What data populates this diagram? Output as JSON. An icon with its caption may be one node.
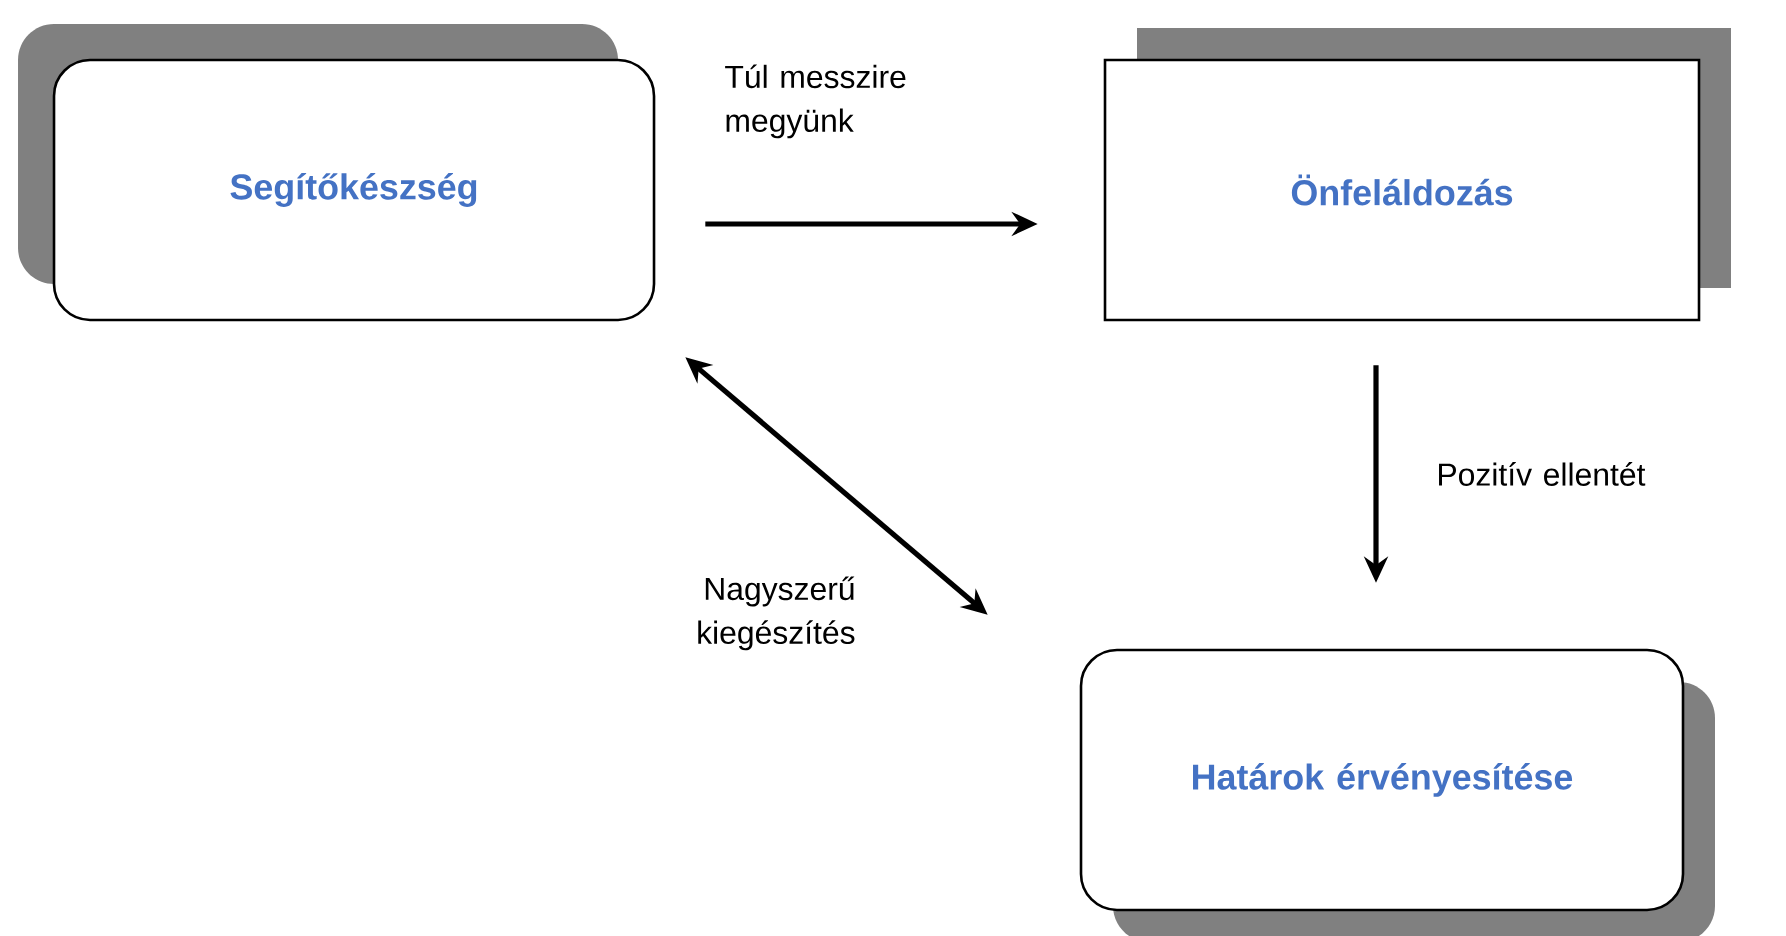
{
  "diagram": {
    "nodes": [
      {
        "text": [
          "Segítőkészség"
        ]
      },
      {
        "text": [
          "Önfeláldozás"
        ]
      },
      {
        "text": [
          "Határok érvényesítése"
        ]
      }
    ],
    "edges": [
      {
        "from": 0,
        "to": 1,
        "arrow": "to",
        "label": "Túl messzire megyünk"
      },
      {
        "from": 1,
        "to": 2,
        "arrow": "to",
        "label": "Pozitív ellentét"
      },
      {
        "from": 0,
        "to": 2,
        "arrow": "both",
        "label": "Nagyszerű kiegészítés"
      }
    ]
  }
}
